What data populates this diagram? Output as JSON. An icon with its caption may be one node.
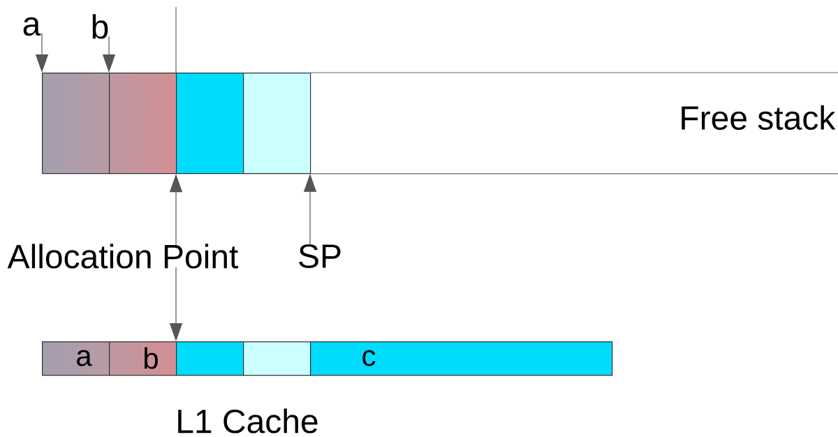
{
  "diagram": {
    "nodes": [
      {
        "text": [
          "a"
        ]
      },
      {
        "text": [
          "b"
        ]
      },
      {
        "text": [],
        "shape": "box"
      },
      {
        "text": [],
        "shape": "box"
      },
      {
        "text": [],
        "shape": "box"
      },
      {
        "text": [],
        "shape": "box"
      },
      {
        "text": [
          "Free stack"
        ]
      },
      {
        "text": [
          "Allocation Point"
        ]
      },
      {
        "text": [
          "SP"
        ]
      },
      {
        "text": [
          "a"
        ]
      },
      {
        "text": [
          "b"
        ]
      },
      {
        "text": [],
        "shape": "box"
      },
      {
        "text": [],
        "shape": "box"
      },
      {
        "text": [
          "c"
        ]
      }
    ],
    "edges": [
      {
        "from": 0,
        "to": 2,
        "arrow": "to"
      },
      {
        "from": 1,
        "to": 3,
        "arrow": "to"
      },
      {
        "from": 7,
        "to": 4,
        "arrow": "to"
      },
      {
        "from": 7,
        "to": 11,
        "arrow": "to"
      },
      {
        "from": 8,
        "to": 6,
        "arrow": "to"
      }
    ],
    "labels": [
      "L1 Cache"
    ]
  }
}
